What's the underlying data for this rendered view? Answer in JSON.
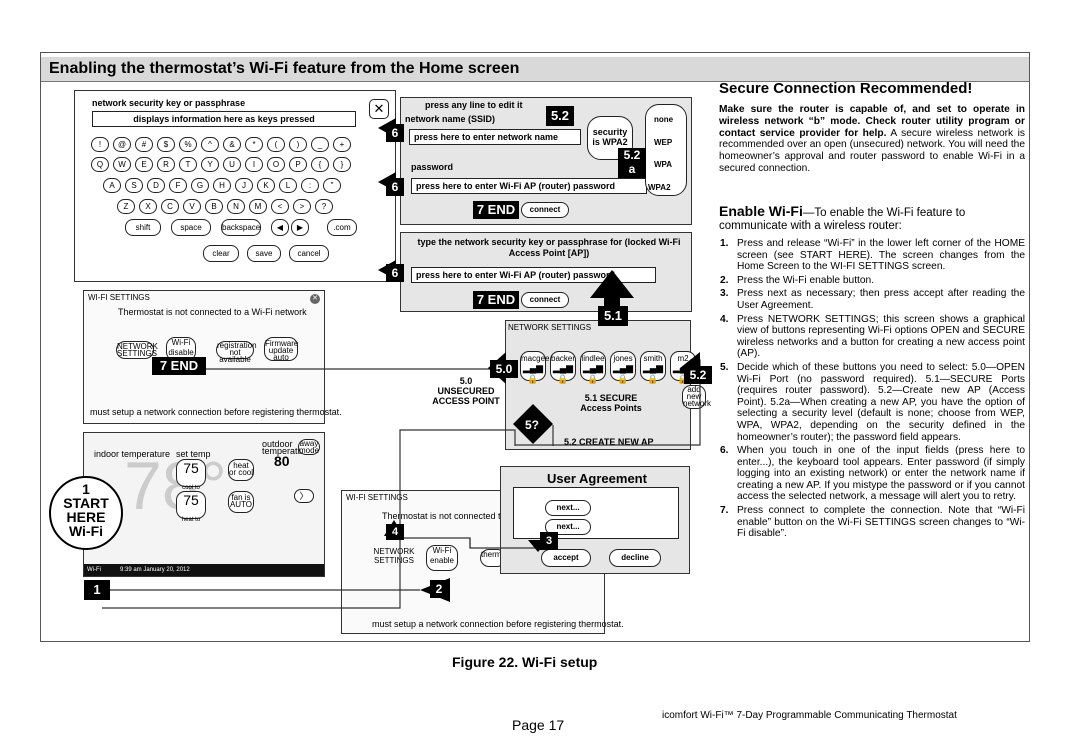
{
  "page_title": "Enabling the thermostat’s Wi-Fi feature from the Home screen",
  "keyboard": {
    "header": "network security key or passphrase",
    "display_hint": "displays information here as keys pressed",
    "row1": [
      "!",
      "@",
      "#",
      "$",
      "%",
      "^",
      "&",
      "*",
      "(",
      ")",
      "_",
      "+"
    ],
    "row2": [
      "Q",
      "W",
      "E",
      "R",
      "T",
      "Y",
      "U",
      "I",
      "O",
      "P",
      "{",
      "}"
    ],
    "row3": [
      "A",
      "S",
      "D",
      "F",
      "G",
      "H",
      "J",
      "K",
      "L",
      ":",
      "\""
    ],
    "row4": [
      "Z",
      "X",
      "C",
      "V",
      "B",
      "N",
      "M",
      "<",
      ">",
      "?"
    ],
    "shift": "shift",
    "space": "space",
    "backspace": "backspace",
    "com": ".com",
    "clear": "clear",
    "save": "save",
    "cancel": "cancel"
  },
  "edit_panel": {
    "hint": "press any line to edit it",
    "ssid_label": "network name (SSID)",
    "ssid_field": "press here to enter network name",
    "password_label": "password",
    "password_field": "press here to enter Wi-Fi AP (router) password",
    "end": "7 END",
    "connect": "connect",
    "security_label": "security is WPA2",
    "sec_options": [
      "none",
      "WEP",
      "WPA",
      "WPA2"
    ]
  },
  "key_panel": {
    "hint": "type the network security key or passphrase for (locked Wi-Fi Access Point [AP])",
    "field": "press here to enter Wi-Fi AP (router) password",
    "end": "7 END",
    "connect": "connect"
  },
  "badges": {
    "six": "6",
    "five_two": "5.2",
    "five_two_a": "5.2\na",
    "five_one": "5.1",
    "five_zero": "5.0",
    "five_q": "5?",
    "four": "4",
    "three": "3",
    "two": "2",
    "one": "1",
    "seven_end": "7 END",
    "start": "1\nSTART\nHERE\nWi-Fi"
  },
  "wifi_settings": {
    "title": "WI-FI SETTINGS",
    "status": "Thermostat is not connected to a Wi-Fi network",
    "btn_network": "NETWORK SETTINGS",
    "btn_wifi": "Wi-Fi disable",
    "btn_reg": "registration not available",
    "btn_fw": "Firmware update auto",
    "footer": "must setup a network connection before registering thermostat."
  },
  "network_settings": {
    "title": "NETWORK SETTINGS",
    "networks": [
      "macgee",
      "backer",
      "lindlee",
      "jones",
      "smith",
      "m2"
    ],
    "add": "add new network",
    "unsecured": "5.0 UNSECURED ACCESS POINT",
    "secure": "5.1 SECURE Access Points",
    "create": "5.2 CREATE NEW AP"
  },
  "home": {
    "indoor": "indoor temperature",
    "setpoint_label": "set temp",
    "outdoor": "outdoor temperature",
    "big_temp": "78°",
    "set_cool": "75",
    "cool_to": "cool to",
    "set_heat": "75",
    "heat_to": "heat to",
    "outdoor_temp": "80",
    "heat_btn": "heat or cool",
    "fan_btn": "fan is AUTO",
    "away": "away mode",
    "wifi": "Wi-Fi",
    "time": "9:39 am January 20, 2012"
  },
  "user_agreement": {
    "title": "User Agreement",
    "next1": "next...",
    "next2": "next...",
    "accept": "accept",
    "decline": "decline"
  },
  "wifi_settings2": {
    "title": "WI-FI SETTINGS",
    "status": "Thermostat is not connected to a Wi-Fi network",
    "btn_network": "NETWORK SETTINGS",
    "btn_wifi": "Wi-Fi enable",
    "btn_therm": "thermostat",
    "footer": "must setup a network connection before registering thermostat."
  },
  "right": {
    "heading": "Secure Connection Recommended!",
    "bold_intro": "Make sure the router is capable of, and set to operate in wireless network “b” mode. Check router utility program or contact service provider for help.",
    "intro_rest": " A secure wireless network is recommended over an open (unsecured) network. You will need the homeowner’s approval and router password to enable Wi-Fi in a secured connection.",
    "enable_head": "Enable Wi-Fi",
    "enable_rest": "—To enable the Wi-Fi feature to communicate with a wireless router:",
    "steps": [
      {
        "n": "1.",
        "t": "Press and release “Wi-Fi” in the lower left corner of the HOME screen (see START HERE). The screen changes from the Home Screen to the WI-FI SETTINGS screen."
      },
      {
        "n": "2.",
        "t": "Press the Wi-Fi enable button."
      },
      {
        "n": "3.",
        "t": "Press next as necessary; then press accept after reading the User Agreement."
      },
      {
        "n": "4.",
        "t": "Press NETWORK SETTINGS; this screen shows a graphical view of buttons representing Wi-Fi options OPEN and SECURE wireless networks and a button for creating a new access point (AP)."
      },
      {
        "n": "5.",
        "t": "Decide which of these buttons you need to select: 5.0—OPEN Wi-Fi Port (no password required). 5.1—SECURE Ports (requires router password). 5.2—Create new AP (Access Point). 5.2a—When creating a new AP, you have the option of selecting a security level (default is none; choose from WEP, WPA, WPA2, depending on the security defined in the homeowner’s router); the password field appears."
      },
      {
        "n": "6.",
        "t": "When you touch in one of the input fields (press here to enter...), the keyboard tool appears. Enter password (if simply logging into an existing network) or enter the network name if creating a new AP. If you mistype the password or if you cannot access the selected network, a message will alert you to retry."
      },
      {
        "n": "7.",
        "t": "Press connect to complete the connection. Note that “Wi-Fi enable” button on the Wi-Fi SETTINGS screen changes to “Wi-Fi disable”."
      }
    ]
  },
  "caption": "Figure 22. Wi-Fi setup",
  "page_label": "Page 17",
  "footer_product": "icomfort Wi-Fi™ 7-Day Programmable Communicating Thermostat"
}
